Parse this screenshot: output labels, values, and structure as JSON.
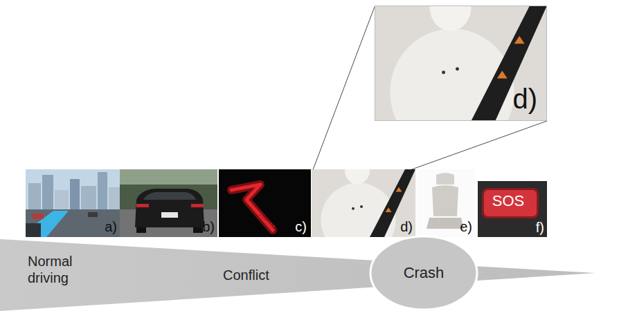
{
  "diagram": {
    "nodes": [
      {
        "text": [
          "d)"
        ]
      },
      {
        "text": [
          "a)"
        ]
      },
      {
        "text": [
          "b)"
        ]
      },
      {
        "text": [
          "c)"
        ]
      },
      {
        "text": [
          "d)"
        ]
      },
      {
        "text": [
          "e)"
        ]
      },
      {
        "text": [
          "SOS",
          "f)"
        ]
      },
      {
        "text": [
          "Normal driving",
          "Conflict"
        ]
      },
      {
        "text": [
          "Crash"
        ]
      }
    ],
    "edges": [
      {
        "from": 4,
        "to": 0,
        "arrow": "none"
      },
      {
        "from": 4,
        "to": 0,
        "arrow": "none"
      }
    ]
  }
}
